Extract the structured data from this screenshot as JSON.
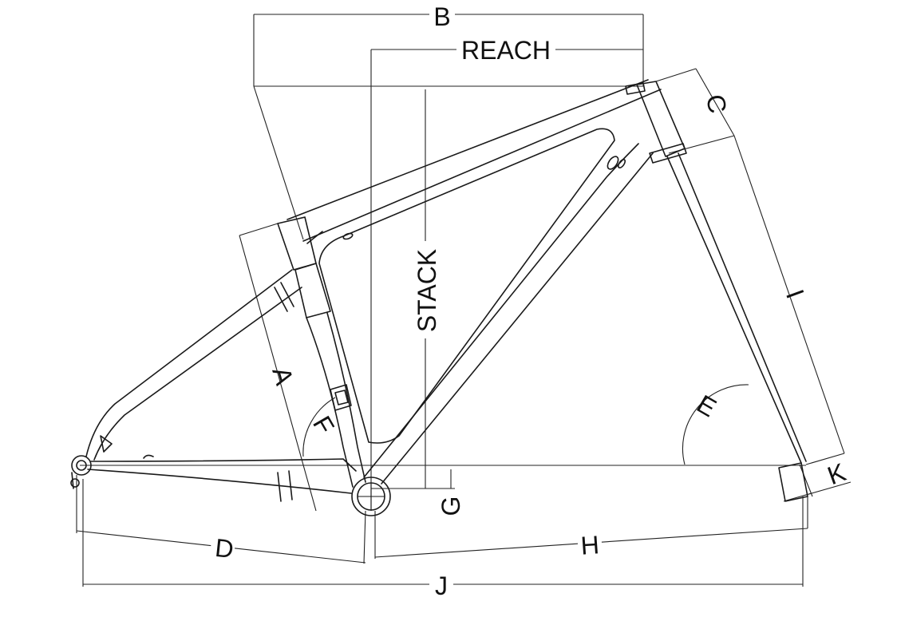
{
  "labels": {
    "b": "B",
    "reach": "REACH",
    "c": "C",
    "stack": "STACK",
    "i": "I",
    "a": "A",
    "f": "F",
    "e": "E",
    "g": "G",
    "k": "K",
    "d": "D",
    "h": "H",
    "j": "J"
  }
}
